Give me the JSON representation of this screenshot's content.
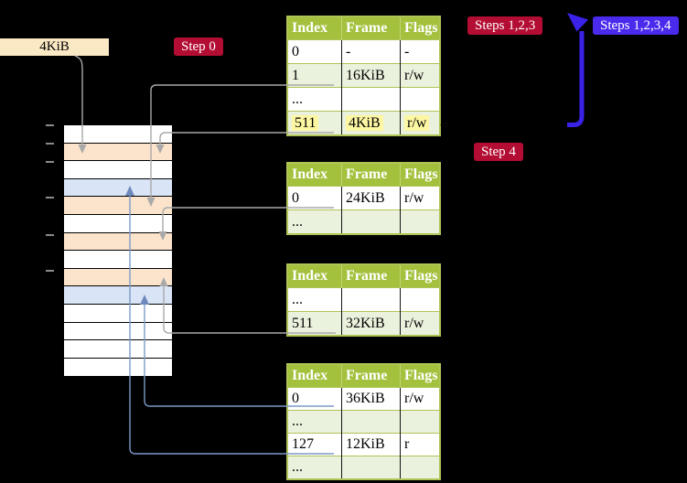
{
  "diagram": {
    "frame_size_label": "4KiB",
    "labels": {
      "step0": "Step 0",
      "steps123": "Steps 1,2,3",
      "steps1234": "Steps 1,2,3,4",
      "step4": "Step 4"
    },
    "tables": [
      {
        "name": "page-table-level-4",
        "headers": [
          "Index",
          "Frame",
          "Flags"
        ],
        "rows": [
          {
            "cells": [
              "0",
              "-",
              "-"
            ],
            "shaded": false,
            "highlight": false
          },
          {
            "cells": [
              "1",
              "16KiB",
              "r/w"
            ],
            "shaded": true,
            "highlight": false
          },
          {
            "cells": [
              "...",
              "",
              ""
            ],
            "shaded": false,
            "highlight": false
          },
          {
            "cells": [
              "511",
              "4KiB",
              "r/w"
            ],
            "shaded": true,
            "highlight": true
          }
        ]
      },
      {
        "name": "page-table-level-3",
        "headers": [
          "Index",
          "Frame",
          "Flags"
        ],
        "rows": [
          {
            "cells": [
              "0",
              "24KiB",
              "r/w"
            ],
            "shaded": false,
            "highlight": false
          },
          {
            "cells": [
              "...",
              "",
              ""
            ],
            "shaded": true,
            "highlight": false
          }
        ]
      },
      {
        "name": "page-table-level-2",
        "headers": [
          "Index",
          "Frame",
          "Flags"
        ],
        "rows": [
          {
            "cells": [
              "...",
              "",
              ""
            ],
            "shaded": false,
            "highlight": false
          },
          {
            "cells": [
              "511",
              "32KiB",
              "r/w"
            ],
            "shaded": true,
            "highlight": false
          }
        ]
      },
      {
        "name": "page-table-level-1",
        "headers": [
          "Index",
          "Frame",
          "Flags"
        ],
        "rows": [
          {
            "cells": [
              "0",
              "36KiB",
              "r/w"
            ],
            "shaded": false,
            "highlight": false
          },
          {
            "cells": [
              "...",
              "",
              ""
            ],
            "shaded": true,
            "highlight": false
          },
          {
            "cells": [
              "127",
              "12KiB",
              "r"
            ],
            "shaded": false,
            "highlight": false
          },
          {
            "cells": [
              "...",
              "",
              ""
            ],
            "shaded": true,
            "highlight": false
          }
        ]
      }
    ],
    "memory_strip": {
      "row_colors": [
        "white",
        "peach",
        "white",
        "blue",
        "peach",
        "white",
        "peach",
        "white",
        "peach",
        "blue",
        "white",
        "white",
        "white",
        "white"
      ],
      "tick_y": [
        136,
        156,
        176,
        215,
        256,
        295
      ]
    },
    "colors": {
      "label_red": "#b30d33",
      "label_blue": "#4a2bee",
      "loop_arrow_blue": "#3b22e9",
      "table_header_green": "#a3c13c",
      "table_row_green": "#eaf1dc",
      "table_border_green": "#aec457",
      "highlight_yellow": "#fdf6a3",
      "frame_peach": "#fce4cc",
      "frame_blue": "#d9e5f6",
      "frame_wheat": "#fbe8c4",
      "gray_arrow": "#a9a9a9",
      "blue_arrow": "#7d99c7",
      "blue_arrow_head": "#7089bd"
    }
  }
}
